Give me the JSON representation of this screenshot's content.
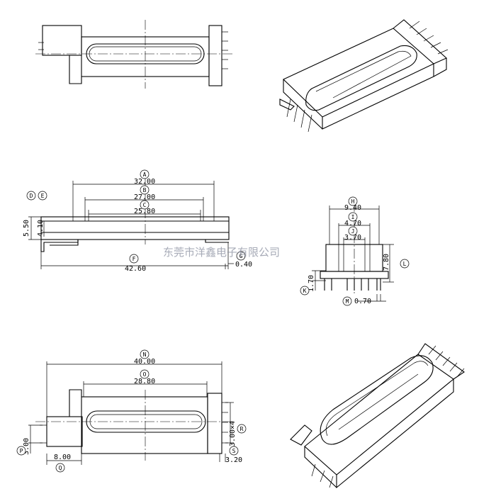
{
  "watermark": "东莞市洋鑫电子有限公司",
  "dimensions": {
    "A": "32.00",
    "B": "27.00",
    "C": "25.80",
    "D": "5.50",
    "E": "4.10",
    "F": "42.60",
    "G": "0.40",
    "H": "9.40",
    "I": "4.70",
    "J": "3.70",
    "K": "1.70",
    "L": "7.80",
    "M": "0.70",
    "N": "40.00",
    "O": "28.80",
    "P": "3.00",
    "Q": "8.00",
    "R": "3.00×4",
    "S": "3.20"
  },
  "labels": [
    "A",
    "B",
    "C",
    "D",
    "E",
    "F",
    "G",
    "H",
    "I",
    "J",
    "K",
    "L",
    "M",
    "N",
    "O",
    "P",
    "Q",
    "R",
    "S"
  ]
}
